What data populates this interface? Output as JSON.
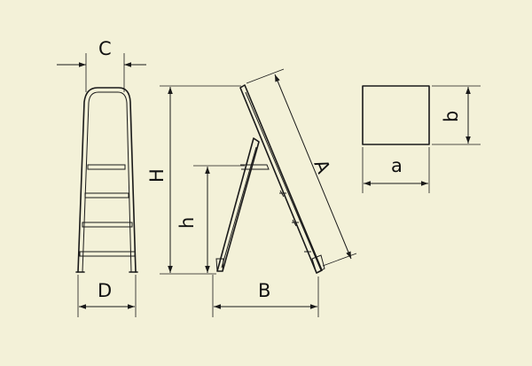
{
  "labels": {
    "C": "C",
    "D": "D",
    "H": "H",
    "h": "h",
    "A": "A",
    "B": "B",
    "a": "a",
    "b": "b"
  },
  "colors": {
    "background": "#f3f1d8",
    "ink": "#1a1a1a"
  }
}
